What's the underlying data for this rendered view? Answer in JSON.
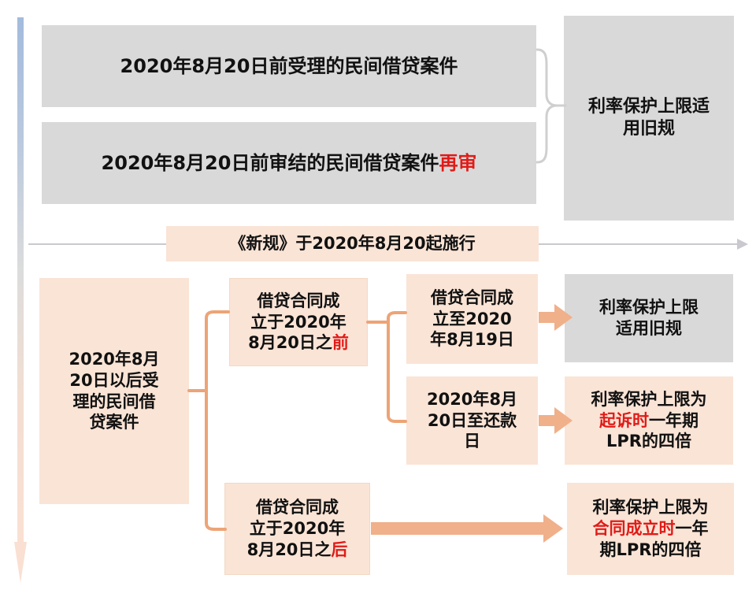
{
  "diagram": {
    "title_hidden": "",
    "colors": {
      "gray_box": "#d9d9d9",
      "peach_box": "#fae4d6",
      "accent_orange": "#eda476",
      "highlight_red": "#e01b18",
      "timeline_rule": "#c9c9cf",
      "arrow_top": "#a7bede",
      "arrow_bottom": "#fae0d2"
    },
    "old_rules_section": {
      "cases": [
        {
          "id": "case-accepted-before",
          "text": "2020年8月20日前受理的民间借贷案件",
          "highlight": ""
        },
        {
          "id": "case-concluded-before",
          "text": "2020年8月20日前审结的民间借贷案件",
          "highlight": "再审"
        }
      ],
      "result": {
        "id": "result-old-rules",
        "line1": "利率保护上限适",
        "line2": "用旧规"
      }
    },
    "timeline": {
      "id": "timeline-banner",
      "label": "《新规》于2020年8月20起施行"
    },
    "new_rules_section": {
      "root": {
        "id": "cases-accepted-after",
        "line1": "2020年8月",
        "line2": "20日以后受",
        "line3": "理的民间借",
        "line4": "贷案件"
      },
      "branches": [
        {
          "id": "contract-before",
          "line1": "借贷合同成",
          "line2": "立于2020年",
          "line3_pre": "8月20日之",
          "line3_red": "前",
          "children": [
            {
              "id": "period-to-aug19",
              "line1": "借贷合同成",
              "line2": "立至2020",
              "line3": "年8月19日",
              "result": {
                "id": "result-old-rules-2",
                "style": "gray",
                "line1": "利率保护上限",
                "line2": "适用旧规",
                "red": ""
              }
            },
            {
              "id": "period-aug20-to-repayment",
              "line1": "2020年8月",
              "line2": "20日至还款",
              "line3": "日",
              "result": {
                "id": "result-lpr-at-filing",
                "style": "peach",
                "line1": "利率保护上限为",
                "line2_red": "起诉时",
                "line2_rest": "一年期",
                "line3": "LPR的四倍"
              }
            }
          ]
        },
        {
          "id": "contract-after",
          "line1": "借贷合同成",
          "line2": "立于2020年",
          "line3_pre": "8月20日之",
          "line3_red": "后",
          "result": {
            "id": "result-lpr-at-contract",
            "style": "peach",
            "line1": "利率保护上限为",
            "line2_red": "合同成立时",
            "line2_rest": "一年",
            "line3": "期LPR的四倍"
          }
        }
      ]
    }
  }
}
